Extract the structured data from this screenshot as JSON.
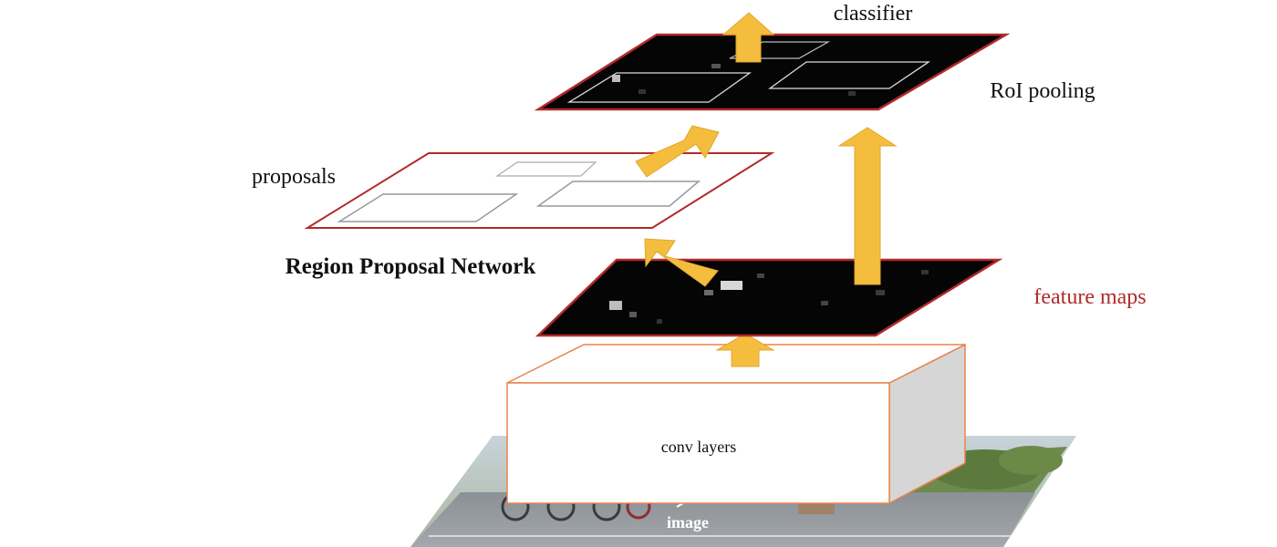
{
  "labels": {
    "classifier": "classifier",
    "roi_pooling": "RoI pooling",
    "proposals": "proposals",
    "rpn": "Region Proposal Network",
    "feature_maps": "feature maps",
    "conv_layers": "conv layers",
    "image": "image"
  },
  "colors": {
    "arrow": "#f5bd3d",
    "plane_border": "#b22a2a",
    "feature_maps_text": "#b22a2a",
    "conv_box_border": "#e8834a",
    "conv_box_side": "#d6d6d6",
    "plane_fill_dark": "#050505"
  }
}
